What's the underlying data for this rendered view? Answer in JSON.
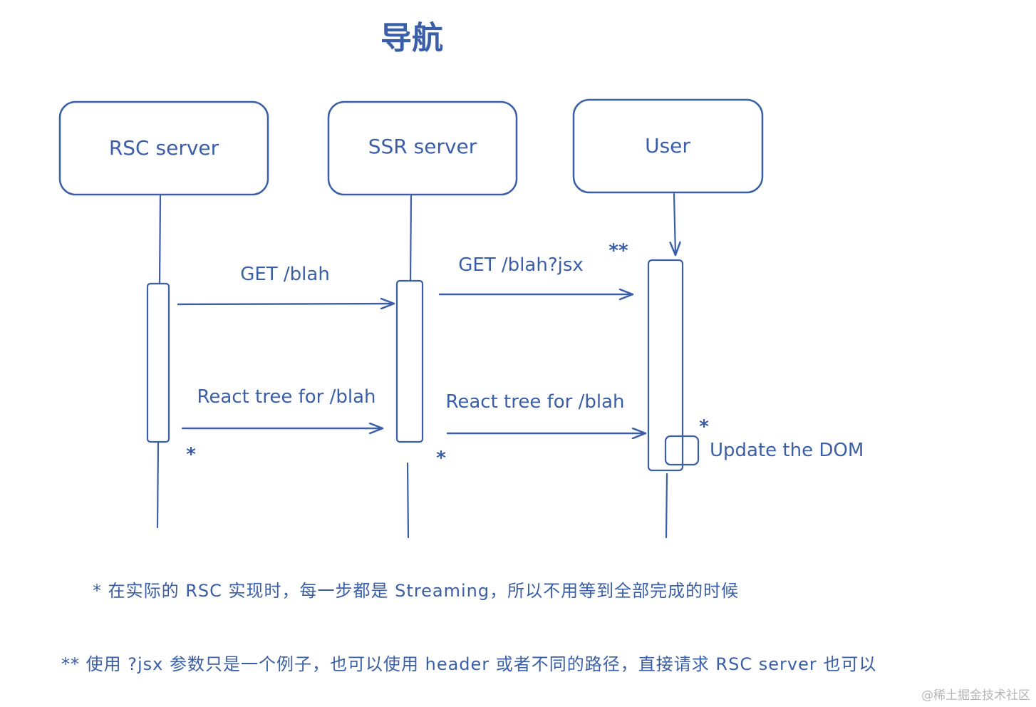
{
  "title": "导航",
  "participants": [
    {
      "label": "RSC server"
    },
    {
      "label": "SSR server"
    },
    {
      "label": "User"
    }
  ],
  "messages": {
    "ssr_to_rsc": "GET /blah",
    "user_to_ssr": "GET /blah?jsx",
    "user_to_ssr_marker": "**",
    "rsc_to_ssr": "React tree for /blah",
    "ssr_to_user": "React tree for /blah",
    "update_dom": "Update the DOM",
    "star": "*"
  },
  "notes": {
    "streaming": "* 在实际的 RSC 实现时，每一步都是 Streaming，所以不用等到全部完成的时候",
    "jsx_param": "** 使用 ?jsx 参数只是一个例子，也可以使用 header 或者不同的路径，直接请求 RSC server 也可以"
  },
  "watermark": "@稀土掘金技术社区",
  "colors": {
    "ink": "#3a5fa8",
    "watermark": "#b5b5b5"
  }
}
